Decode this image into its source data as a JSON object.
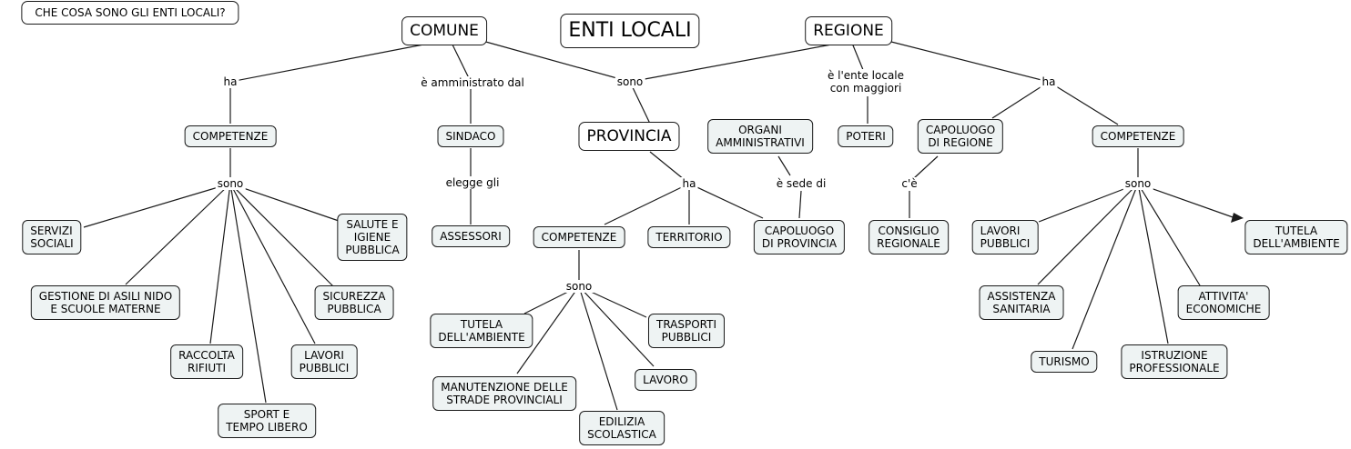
{
  "question": "CHE COSA SONO GLI ENTI LOCALI?",
  "nodes": {
    "enti_locali": "ENTI LOCALI",
    "comune": "COMUNE",
    "regione": "REGIONE",
    "provincia": "PROVINCIA",
    "competenze_comune": "COMPETENZE",
    "sindaco": "SINDACO",
    "assessori": "ASSESSORI",
    "servizi_sociali": "SERVIZI\nSOCIALI",
    "salute": "SALUTE E\nIGIENE\nPUBBLICA",
    "asili": "GESTIONE DI ASILI NIDO\nE SCUOLE MATERNE",
    "sicurezza": "SICUREZZA\nPUBBLICA",
    "rifiuti": "RACCOLTA\nRIFIUTI",
    "lavori_comune": "LAVORI\nPUBBLICI",
    "sport": "SPORT E\nTEMPO LIBERO",
    "organi": "ORGANI\nAMMINISTRATIVI",
    "competenze_provincia": "COMPETENZE",
    "territorio": "TERRITORIO",
    "capoluogo_provincia": "CAPOLUOGO\nDI PROVINCIA",
    "tutela_provincia": "TUTELA\nDELL'AMBIENTE",
    "trasporti": "TRASPORTI\nPUBBLICI",
    "manutenzione": "MANUTENZIONE DELLE\nSTRADE PROVINCIALI",
    "lavoro": "LAVORO",
    "edilizia": "EDILIZIA\nSCOLASTICA",
    "poteri": "POTERI",
    "capoluogo_regione": "CAPOLUOGO\nDI REGIONE",
    "consiglio": "CONSIGLIO\nREGIONALE",
    "competenze_regione": "COMPETENZE",
    "lavori_regione": "LAVORI\nPUBBLICI",
    "tutela_regione": "TUTELA\nDELL'AMBIENTE",
    "assistenza": "ASSISTENZA\nSANITARIA",
    "attivita": "ATTIVITA'\nECONOMICHE",
    "turismo": "TURISMO",
    "istruzione": "ISTRUZIONE\nPROFESSIONALE"
  },
  "links": {
    "ha_comune": "ha",
    "amministrato": "è amministrato dal",
    "sono_centro": "sono",
    "ente_maggiori": "è l'ente locale\ncon maggiori",
    "ha_regione": "ha",
    "sono_comune": "sono",
    "elegge": "elegge gli",
    "ha_provincia": "ha",
    "sede": "è sede di",
    "ce": "c'è",
    "sono_regione": "sono",
    "sono_provincia": "sono"
  }
}
